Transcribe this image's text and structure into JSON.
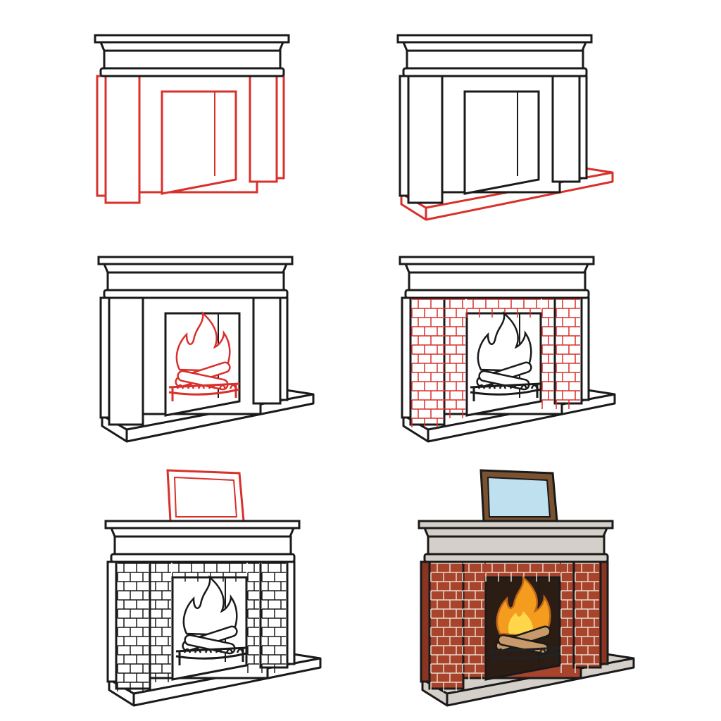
{
  "colors": {
    "line": "#1a1a1a",
    "highlight": "#d9302b",
    "brick": "#a8432c",
    "mortar": "#e8d9cc",
    "stone": "#d4cfc8",
    "opening": "#2b1d14",
    "mirror_glass": "#bfe0ef",
    "frame": "#7a5230",
    "flame_outer": "#f39c1e",
    "flame_inner": "#ffd54a"
  },
  "steps": [
    {
      "name": "step-1",
      "highlight": "pillars",
      "hearth": false,
      "fire": false,
      "bricks": false,
      "mirror": false,
      "colored": false
    },
    {
      "name": "step-2",
      "highlight": "hearth",
      "hearth": true,
      "fire": false,
      "bricks": false,
      "mirror": false,
      "colored": false
    },
    {
      "name": "step-3",
      "highlight": "fire",
      "hearth": true,
      "fire": true,
      "bricks": false,
      "mirror": false,
      "colored": false
    },
    {
      "name": "step-4",
      "highlight": "bricks",
      "hearth": true,
      "fire": true,
      "bricks": true,
      "mirror": false,
      "colored": false
    },
    {
      "name": "step-5",
      "highlight": "mirror",
      "hearth": true,
      "fire": true,
      "bricks": true,
      "mirror": true,
      "colored": false
    },
    {
      "name": "step-6",
      "highlight": "none",
      "hearth": true,
      "fire": true,
      "bricks": true,
      "mirror": true,
      "colored": true
    }
  ]
}
